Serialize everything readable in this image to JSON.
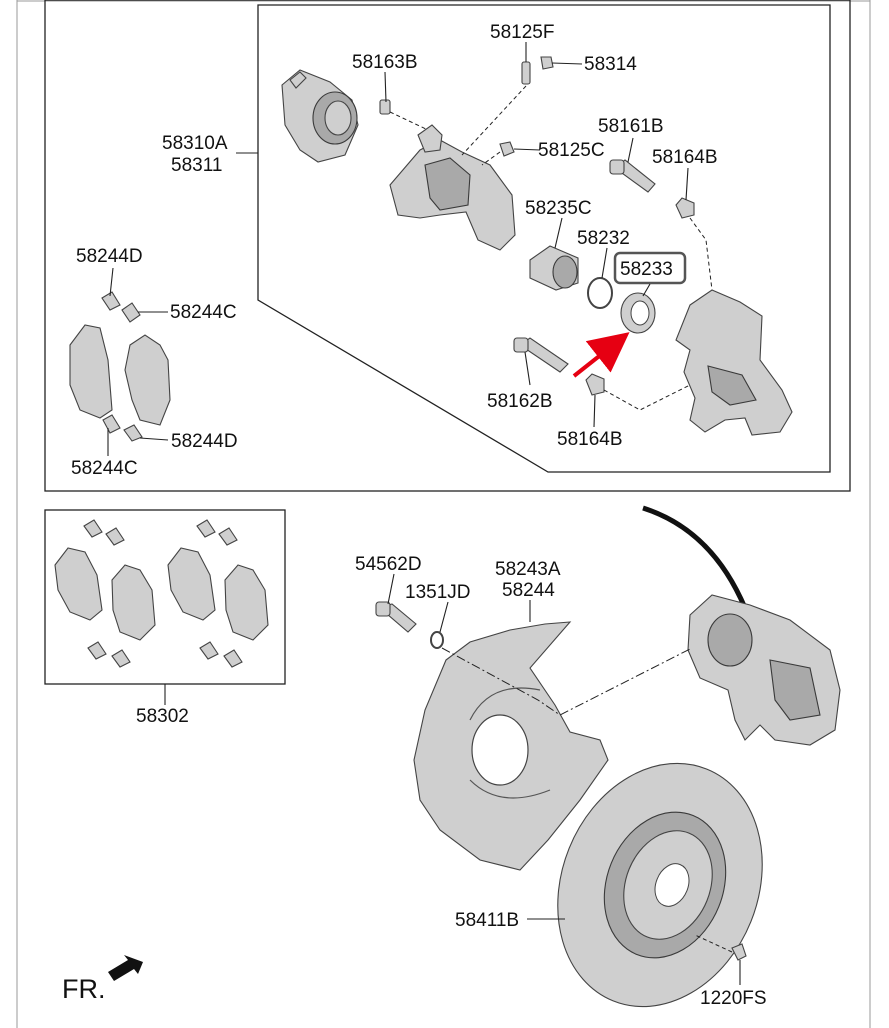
{
  "labels": {
    "caliper_assy": [
      "58310A",
      "58311"
    ],
    "guide_bolt_upper": "58163B",
    "bleeder_screw": "58125F",
    "bleeder_cap": "58314",
    "bleeder_plug": "58125C",
    "guide_rod_upper": "58161B",
    "boot_upper": "58164B",
    "piston": "58235C",
    "piston_seal": "58232",
    "piston_boot": "58233",
    "guide_rod_lower": "58162B",
    "boot_lower": "58164B",
    "pad_clip_top_left": "58244D",
    "pad_clip_top_right": "58244C",
    "pad_clip_bottom_right": "58244D",
    "pad_clip_bottom_left": "58244C",
    "pad_kit": "58302",
    "caliper_bolt": "54562D",
    "washer": "1351JD",
    "dust_cover": [
      "58243A",
      "58244"
    ],
    "disc": "58411B",
    "disc_screw": "1220FS",
    "front_indicator": "FR."
  },
  "colors": {
    "highlight_arrow": "#e60012",
    "part_fill": "#cfcfcf",
    "line": "#222222"
  }
}
